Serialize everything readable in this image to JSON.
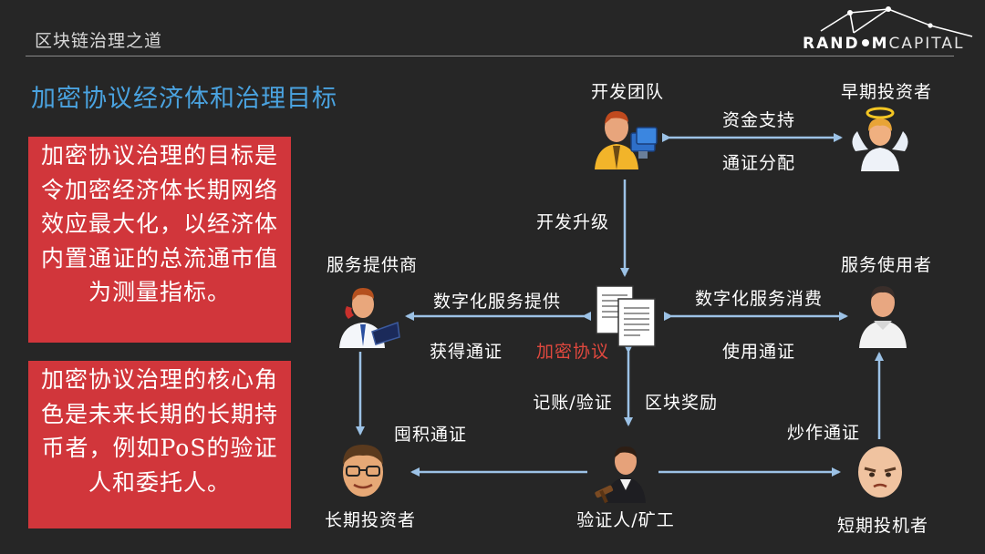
{
  "header": {
    "title": "区块链治理之道",
    "logo_left": "RAND",
    "logo_mid": "M",
    "logo_right": "CAPITAL"
  },
  "section_title": "加密协议经济体和治理目标",
  "boxes": {
    "box1_lines": [
      "加密协议治理的目标是",
      "令加密经济体长期网络",
      "效应最大化，以经济体",
      "内置通证的总流通市值",
      "为测量指标。"
    ],
    "box2_lines": [
      "加密协议治理的核心角",
      "色是未来长期的长期持",
      "币者，例如PoS的验证",
      "人和委托人。"
    ]
  },
  "nodes": {
    "dev_team": "开发团队",
    "early_investor": "早期投资者",
    "service_provider": "服务提供商",
    "service_user": "服务使用者",
    "long_investor": "长期投资者",
    "validator": "验证人/矿工",
    "short_investor": "短期投机者",
    "protocol": "加密协议"
  },
  "edges": {
    "funding": "资金支持",
    "token_alloc": "通证分配",
    "dev_upgrade": "开发升级",
    "digital_provide": "数字化服务提供",
    "get_token": "获得通证",
    "digital_consume": "数字化服务消费",
    "use_token": "使用通证",
    "bookkeeping": "记账/验证",
    "block_reward": "区块奖励",
    "hoard_token": "囤积通证",
    "speculate": "炒作通证"
  },
  "colors": {
    "background": "#262626",
    "accent_blue": "#4aa3e0",
    "box_red": "#d1363b",
    "protocol_red": "#e0483e",
    "arrow_blue": "#9cc2e6"
  }
}
